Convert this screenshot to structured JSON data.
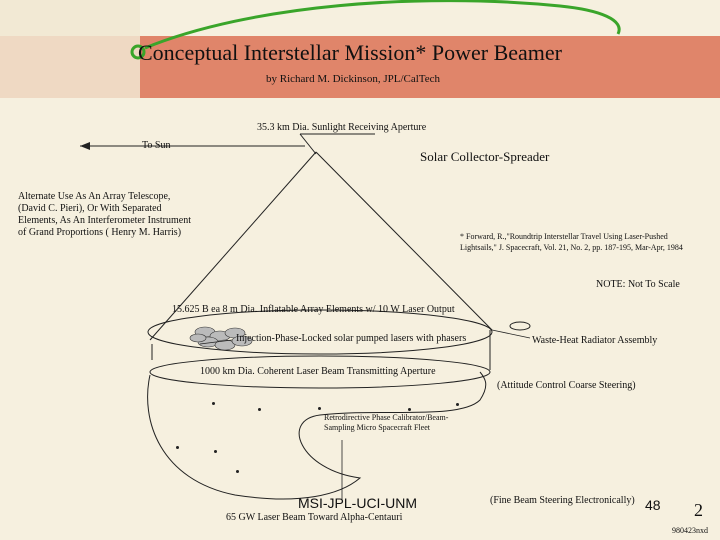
{
  "slide": {
    "title": "Conceptual Interstellar Mission* Power Beamer",
    "byline": "by Richard M. Dickinson, JPL/CalTech"
  },
  "labels": {
    "aperture": "35.3 km Dia. Sunlight Receiving Aperture",
    "to_sun": "To Sun",
    "collector": "Solar Collector-Spreader",
    "alt_use": [
      "Alternate Use As An Array Telescope,",
      "(David C. Pieri), Or With Separated",
      "Elements, As An Interferometer Instrument",
      "of Grand Proportions ( Henry M. Harris)"
    ],
    "footnote": [
      "* Forward, R.,\"Roundtrip Interstellar Travel Using Laser-Pushed",
      "Lightsails,\" J. Spacecraft, Vol. 21, No. 2, pp. 187-195, Mar-Apr, 1984"
    ],
    "note": "NOTE: Not To Scale",
    "array_elements": "15.625 B ea 8 m Dia. Inflatable Array Elements w/ 10 W Laser Output",
    "lasers": "Injection-Phase-Locked solar pumped lasers with phasers",
    "radiator": "Waste-Heat Radiator Assembly",
    "transmit": "1000 km Dia. Coherent Laser Beam Transmitting Aperture",
    "attitude": "(Attitude Control Coarse Steering)",
    "retro": [
      "Retrodirective Phase Calibrator/Beam-",
      "Sampling Micro Spacecraft Fleet"
    ],
    "org": "MSI-JPL-UCI-UNM",
    "beam": "65 GW Laser Beam Toward Alpha-Centauri",
    "fine": "(Fine Beam Steering Electronically)",
    "num_48": "48",
    "page_number": "2",
    "code": "980423nxd"
  }
}
